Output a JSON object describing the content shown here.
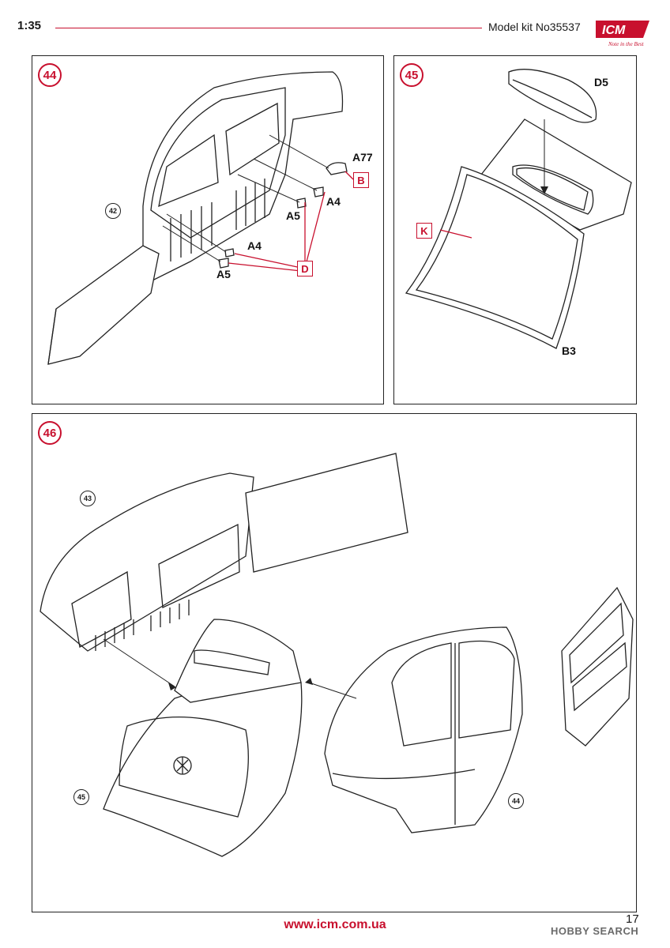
{
  "header": {
    "scale": "1:35",
    "kit": "Model kit No35537",
    "logo_text": "ICM",
    "logo_slogan": "Note in the Best",
    "accent": "#c8102e"
  },
  "step44": {
    "number": "44",
    "ref_part": "42",
    "labels": {
      "a77": "A77",
      "a4_top": "A4",
      "a5_top": "A5",
      "a4_bottom": "A4",
      "a5_bottom": "A5"
    },
    "callouts": {
      "b": "B",
      "d": "D"
    }
  },
  "step45": {
    "number": "45",
    "labels": {
      "d5": "D5",
      "b3": "B3"
    },
    "callouts": {
      "k": "K"
    }
  },
  "step46": {
    "number": "46",
    "refs": {
      "r43": "43",
      "r45": "45",
      "r44": "44"
    }
  },
  "footer": {
    "url": "www.icm.com.ua",
    "page": "17",
    "watermark": "HOBBY SEARCH"
  }
}
